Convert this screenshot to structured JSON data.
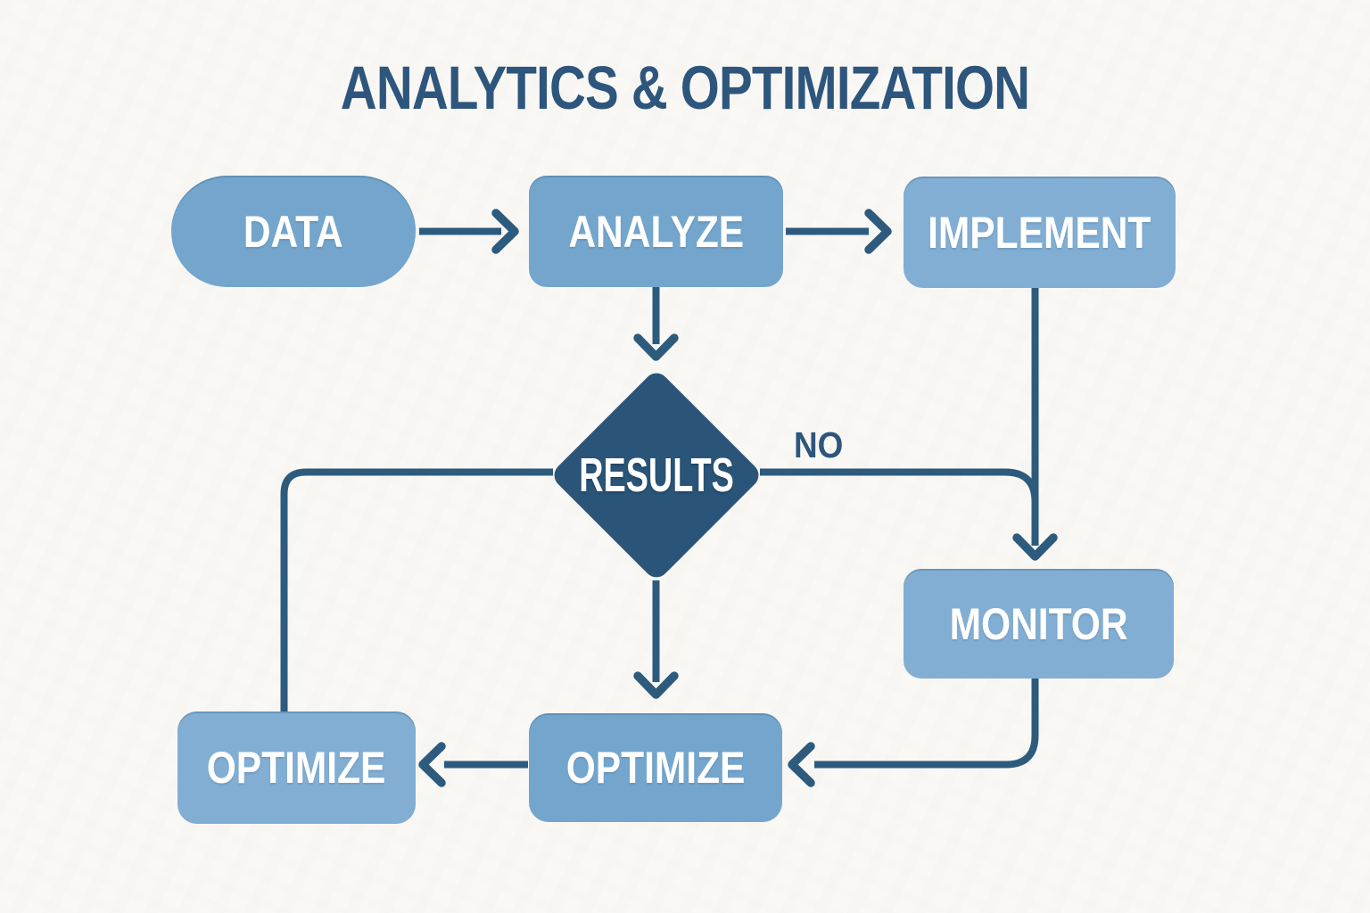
{
  "title": "ANALYTICS & OPTIMIZATION",
  "diagram_type": "flowchart",
  "theme": {
    "background": "#F9F8F5",
    "node_fill": "#74A6CD",
    "node_fill_light": "#82AED3",
    "decision_fill": "#2A5578",
    "connector_color": "#2D5B7E",
    "title_color": "#2E567D",
    "node_text_color": "#FFFFFF"
  },
  "nodes": [
    {
      "id": "data",
      "label": "DATA",
      "shape": "stadium"
    },
    {
      "id": "analyze",
      "label": "ANALYZE",
      "shape": "rect"
    },
    {
      "id": "implement",
      "label": "IMPLEMENT",
      "shape": "rect"
    },
    {
      "id": "results",
      "label": "RESULTS",
      "shape": "diamond"
    },
    {
      "id": "monitor",
      "label": "MONITOR",
      "shape": "rect"
    },
    {
      "id": "optimize_mid",
      "label": "OPTIMIZE",
      "shape": "rect"
    },
    {
      "id": "optimize_left",
      "label": "OPTIMIZE",
      "shape": "rect"
    }
  ],
  "edges": [
    {
      "from": "data",
      "to": "analyze",
      "label": ""
    },
    {
      "from": "analyze",
      "to": "implement",
      "label": ""
    },
    {
      "from": "analyze",
      "to": "results",
      "label": ""
    },
    {
      "from": "results",
      "to": "monitor",
      "label": "NO"
    },
    {
      "from": "implement",
      "to": "monitor",
      "label": ""
    },
    {
      "from": "results",
      "to": "optimize_mid",
      "label": ""
    },
    {
      "from": "monitor",
      "to": "optimize_mid",
      "label": ""
    },
    {
      "from": "optimize_mid",
      "to": "optimize_left",
      "label": ""
    },
    {
      "from": "results",
      "to": "optimize_left",
      "label": ""
    }
  ]
}
